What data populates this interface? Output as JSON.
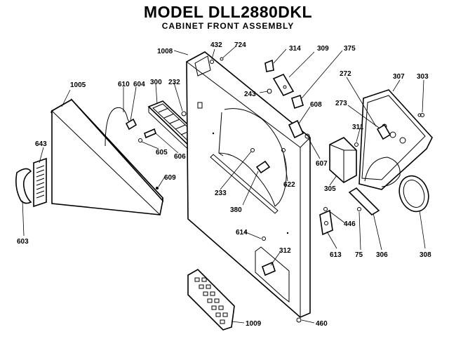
{
  "header": {
    "model": "MODEL DLL2880DKL",
    "subtitle": "CABINET FRONT ASSEMBLY"
  },
  "parts": [
    {
      "id": "1008",
      "label": "1008"
    },
    {
      "id": "432",
      "label": "432"
    },
    {
      "id": "724",
      "label": "724"
    },
    {
      "id": "314",
      "label": "314"
    },
    {
      "id": "309",
      "label": "309"
    },
    {
      "id": "375",
      "label": "375"
    },
    {
      "id": "1005",
      "label": "1005"
    },
    {
      "id": "610",
      "label": "610"
    },
    {
      "id": "604",
      "label": "604"
    },
    {
      "id": "300",
      "label": "300"
    },
    {
      "id": "232",
      "label": "232"
    },
    {
      "id": "243",
      "label": "243"
    },
    {
      "id": "272",
      "label": "272"
    },
    {
      "id": "307",
      "label": "307"
    },
    {
      "id": "303",
      "label": "303"
    },
    {
      "id": "608",
      "label": "608"
    },
    {
      "id": "273",
      "label": "273"
    },
    {
      "id": "311",
      "label": "311"
    },
    {
      "id": "643",
      "label": "643"
    },
    {
      "id": "605",
      "label": "605"
    },
    {
      "id": "606",
      "label": "606"
    },
    {
      "id": "607",
      "label": "607"
    },
    {
      "id": "609",
      "label": "609"
    },
    {
      "id": "233",
      "label": "233"
    },
    {
      "id": "622",
      "label": "622"
    },
    {
      "id": "305",
      "label": "305"
    },
    {
      "id": "380",
      "label": "380"
    },
    {
      "id": "446",
      "label": "446"
    },
    {
      "id": "603",
      "label": "603"
    },
    {
      "id": "614",
      "label": "614"
    },
    {
      "id": "613",
      "label": "613"
    },
    {
      "id": "75",
      "label": "75"
    },
    {
      "id": "306",
      "label": "306"
    },
    {
      "id": "308",
      "label": "308"
    },
    {
      "id": "312",
      "label": "312"
    },
    {
      "id": "1009",
      "label": "1009"
    },
    {
      "id": "460",
      "label": "460"
    }
  ]
}
